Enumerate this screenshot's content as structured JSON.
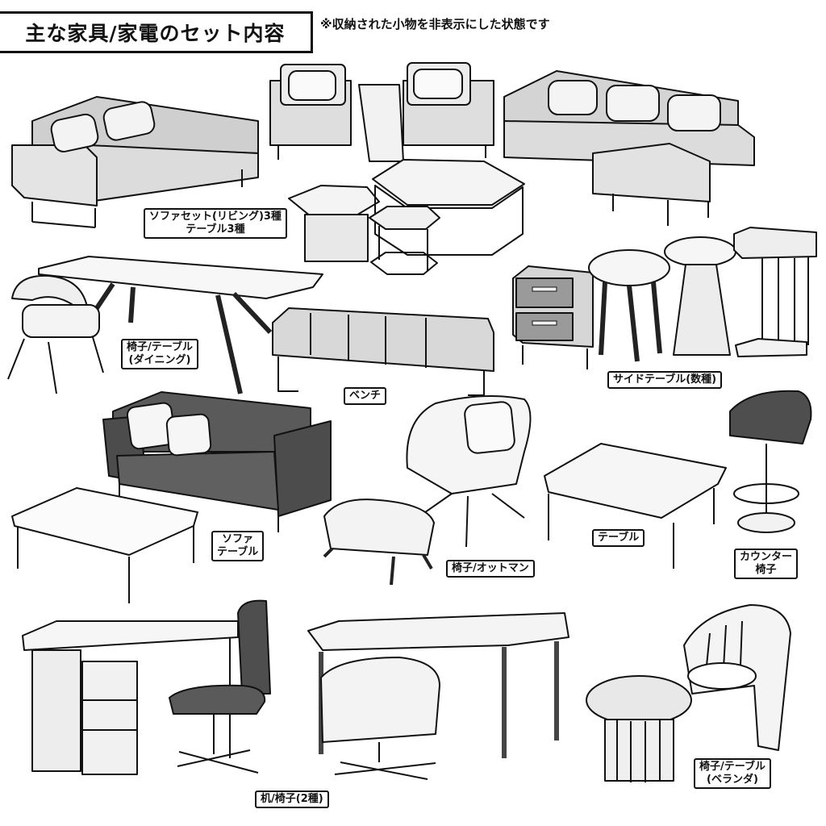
{
  "title": "主な家具/家電のセット内容",
  "note": "※収納された小物を非表示にした状態です",
  "labels": {
    "sofa_set": [
      "ソファセット(リビング)3種",
      "テーブル3種"
    ],
    "dining": [
      "椅子/テーブル",
      "(ダイニング)"
    ],
    "bench": [
      "ベンチ"
    ],
    "side_table": [
      "サイドテーブル(数種)"
    ],
    "sofa_table": [
      "ソファ",
      "テーブル"
    ],
    "chair_ottoman": [
      "椅子/オットマン"
    ],
    "table": [
      "テーブル"
    ],
    "counter_chair": [
      "カウンター",
      "椅子"
    ],
    "desk_chair": [
      "机/椅子(2種)"
    ],
    "veranda": [
      "椅子/テーブル",
      "(ベランダ)"
    ]
  }
}
